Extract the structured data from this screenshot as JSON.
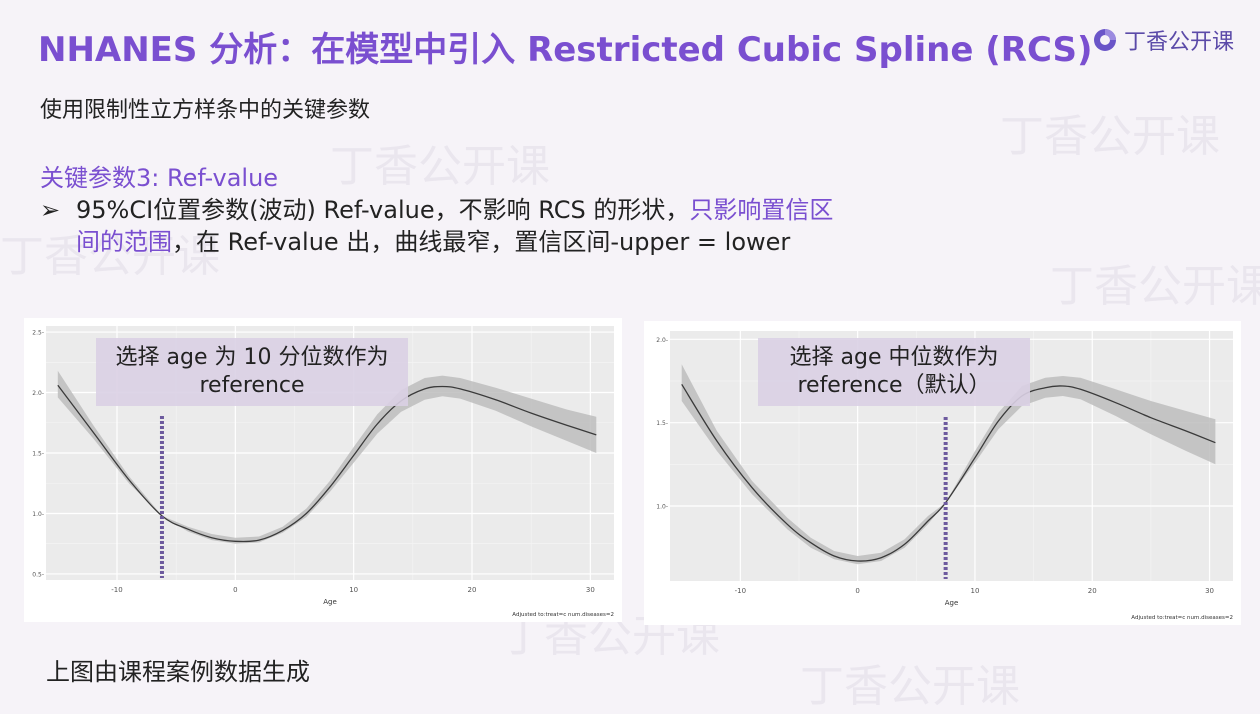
{
  "header": {
    "title": "NHANES 分析：在模型中引入 Restricted Cubic Spline (RCS)",
    "brand": "丁香公开课",
    "brand_logo": "dingxiang-logo-icon"
  },
  "subtitle": "使用限制性立方样条中的关键参数",
  "section": {
    "param_title": "关键参数3: Ref-value",
    "bullet_part1": "95%CI位置参数(波动) Ref-value，不影响 RCS 的形状，",
    "bullet_highlight1": "只影响置信区",
    "bullet_highlight2": "间的范围",
    "bullet_part2": "，在 Ref-value 出，曲线最窄，置信区间-upper = lower"
  },
  "colors": {
    "accent": "#7a4fd0",
    "ref_line": "#6d5a9e",
    "band": "#bdbdbd",
    "curve": "#3a3a3a"
  },
  "chart_data": [
    {
      "type": "line",
      "xlabel": "Age",
      "ylabel": "",
      "xlim": [
        -16,
        32
      ],
      "ylim": [
        0.45,
        2.55
      ],
      "xticks": [
        -10,
        0,
        10,
        20,
        30
      ],
      "yticks": [
        0.5,
        1.0,
        1.5,
        2.0,
        2.5
      ],
      "xtick_labels": [
        "-10",
        "0",
        "10",
        "20",
        "30"
      ],
      "ytick_labels": [
        "0.5-",
        "1.0-",
        "1.5-",
        "2.0-",
        "2.5-"
      ],
      "grid": true,
      "caption": "Adjusted to:treat=c num.diseases=2",
      "reference_x": -6.2,
      "annotation": "选择 age 为 10 分位数作为 reference",
      "series": [
        {
          "x": [
            -15,
            -12,
            -9,
            -6.2,
            -4,
            -2,
            0,
            2,
            4,
            6,
            8,
            10,
            12,
            14,
            16,
            17.5,
            19,
            22,
            25,
            28,
            30.5
          ],
          "y": [
            2.06,
            1.67,
            1.28,
            0.98,
            0.87,
            0.8,
            0.77,
            0.78,
            0.86,
            1.0,
            1.22,
            1.48,
            1.74,
            1.93,
            2.03,
            2.05,
            2.03,
            1.94,
            1.83,
            1.73,
            1.65
          ],
          "lower": [
            1.96,
            1.62,
            1.25,
            0.98,
            0.85,
            0.78,
            0.75,
            0.76,
            0.84,
            0.97,
            1.18,
            1.42,
            1.66,
            1.84,
            1.94,
            1.97,
            1.95,
            1.85,
            1.72,
            1.6,
            1.5
          ],
          "upper": [
            2.18,
            1.73,
            1.31,
            0.98,
            0.89,
            0.83,
            0.8,
            0.81,
            0.89,
            1.04,
            1.27,
            1.55,
            1.82,
            2.02,
            2.12,
            2.14,
            2.12,
            2.04,
            1.95,
            1.86,
            1.8
          ]
        }
      ]
    },
    {
      "type": "line",
      "xlabel": "Age",
      "ylabel": "",
      "xlim": [
        -16,
        32
      ],
      "ylim": [
        0.55,
        2.05
      ],
      "xticks": [
        -10,
        0,
        10,
        20,
        30
      ],
      "yticks": [
        1.0,
        1.5,
        2.0
      ],
      "xtick_labels": [
        "-10",
        "0",
        "10",
        "20",
        "30"
      ],
      "ytick_labels": [
        "1.0-",
        "1.5-",
        "2.0-"
      ],
      "grid": true,
      "caption": "Adjusted to:treat=c num.diseases=2",
      "reference_x": 7.5,
      "annotation": "选择 age 中位数作为 reference（默认）",
      "series": [
        {
          "x": [
            -15,
            -12,
            -9,
            -6,
            -4,
            -2,
            0,
            2,
            4,
            6,
            7.5,
            10,
            12,
            14,
            16,
            17.5,
            19,
            22,
            25,
            28,
            30.5
          ],
          "y": [
            1.73,
            1.39,
            1.11,
            0.89,
            0.78,
            0.7,
            0.67,
            0.69,
            0.77,
            0.91,
            1.02,
            1.29,
            1.51,
            1.66,
            1.71,
            1.72,
            1.7,
            1.62,
            1.53,
            1.45,
            1.38
          ],
          "lower": [
            1.63,
            1.33,
            1.07,
            0.86,
            0.75,
            0.68,
            0.65,
            0.67,
            0.75,
            0.89,
            1.02,
            1.26,
            1.46,
            1.6,
            1.65,
            1.66,
            1.64,
            1.54,
            1.43,
            1.33,
            1.25
          ],
          "upper": [
            1.85,
            1.45,
            1.15,
            0.93,
            0.81,
            0.73,
            0.7,
            0.72,
            0.8,
            0.94,
            1.02,
            1.33,
            1.56,
            1.72,
            1.77,
            1.78,
            1.77,
            1.7,
            1.63,
            1.57,
            1.52
          ]
        }
      ]
    }
  ],
  "callouts": {
    "left_line1": "选择 age 为 10 分位数作为",
    "left_line2": "reference",
    "right_line1": "选择 age 中位数作为",
    "right_line2": "reference（默认）"
  },
  "footnote": "上图由课程案例数据生成"
}
